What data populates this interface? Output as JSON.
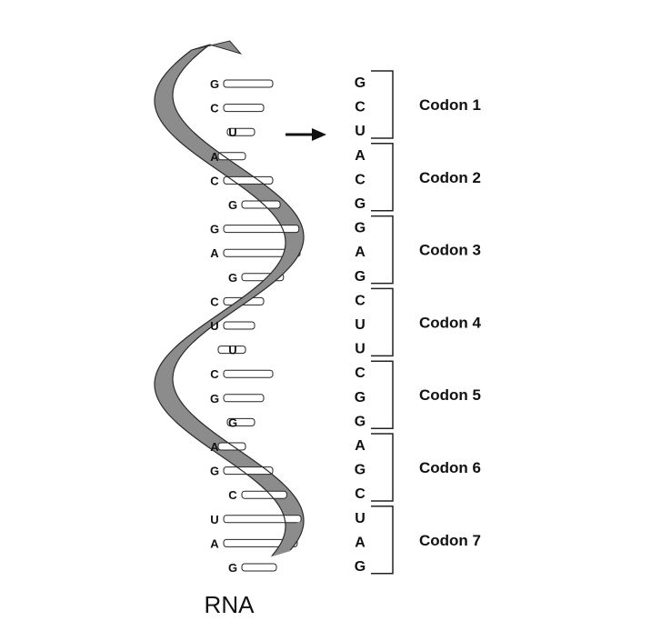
{
  "strand_bases": [
    "G",
    "C",
    "U",
    "A",
    "C",
    "G",
    "G",
    "A",
    "G",
    "C",
    "U",
    "U",
    "C",
    "G",
    "G",
    "A",
    "G",
    "C",
    "U",
    "A",
    "G"
  ],
  "sequence": [
    "G",
    "C",
    "U",
    "A",
    "C",
    "G",
    "G",
    "A",
    "G",
    "C",
    "U",
    "U",
    "C",
    "G",
    "G",
    "A",
    "G",
    "C",
    "U",
    "A",
    "G"
  ],
  "codons": [
    "Codon 1",
    "Codon 2",
    "Codon 3",
    "Codon 4",
    "Codon 5",
    "Codon 6",
    "Codon 7"
  ],
  "title": "RNA",
  "colors": {
    "ribbon": "#8c8c8c",
    "ribbon_edge": "#2a2a2a",
    "ink": "#111111"
  }
}
